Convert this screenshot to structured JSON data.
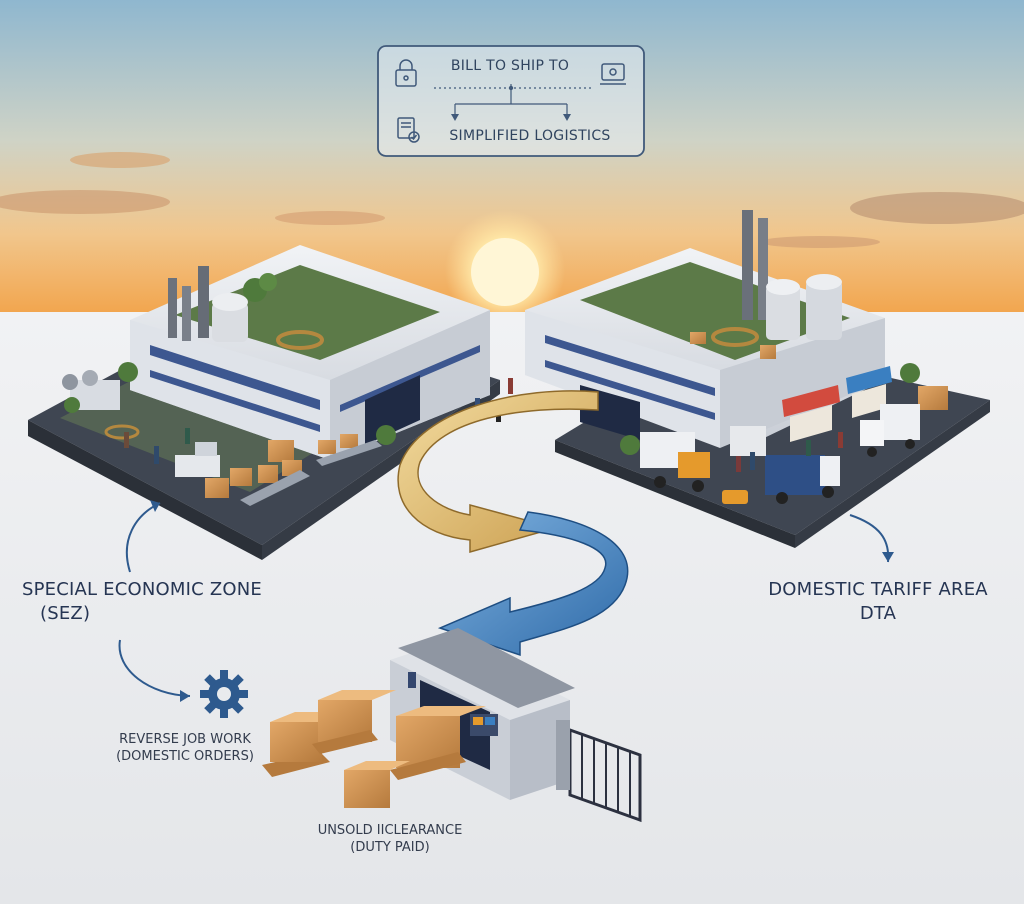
{
  "callout": {
    "top_text": "BILL TO SHIP TO",
    "bottom_text": "SIMPLIFIED LOGISTICS",
    "icons": [
      "lock-icon",
      "laptop-icon",
      "document-check-icon"
    ]
  },
  "sez": {
    "line1": "SPECIAL ECONOMIC ZONE",
    "line2": "(SEZ)"
  },
  "dta": {
    "line1": "DOMESTIC TARIFF AREA",
    "line2": "DTA"
  },
  "reverse_job": {
    "line1": "REVERSE JOB WORK",
    "line2": "(DOMESTIC ORDERS)",
    "icon": "gear-icon"
  },
  "unsold": {
    "line1": "UNSOLD IICLEARANCE",
    "line2": "(DUTY PAID)"
  },
  "colors": {
    "gold_arrow": "#d9b468",
    "blue_arrow": "#4d86c4",
    "navy_text": "#263553",
    "sky_top": "#8fb7cf",
    "sky_horizon": "#f2a64f"
  }
}
